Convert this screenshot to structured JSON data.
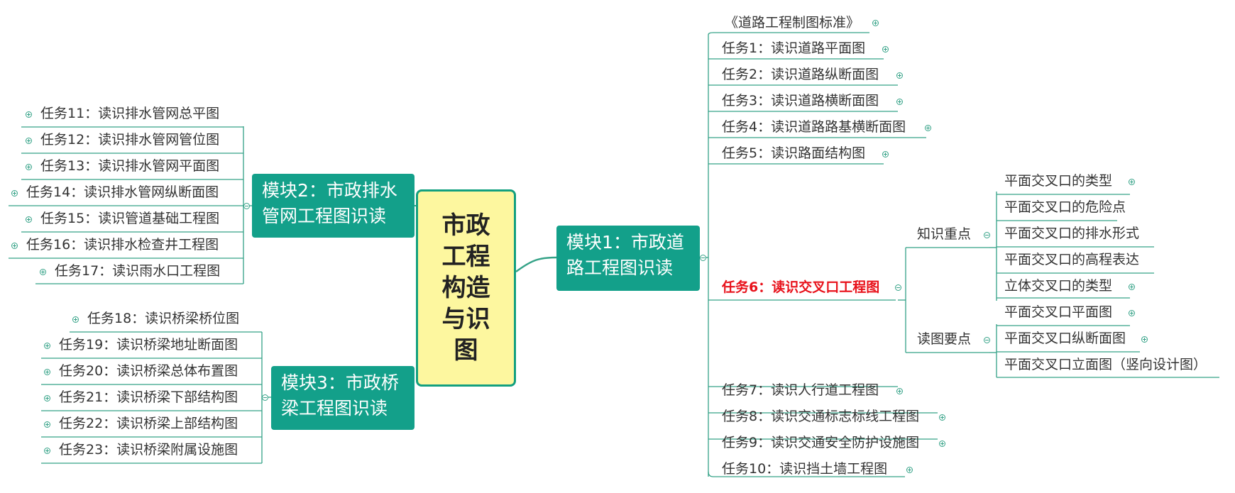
{
  "central": {
    "line1": "市政",
    "line2": "工程",
    "line3": "构造",
    "line4": "与识",
    "line5": "图"
  },
  "module1": {
    "line1": "模块1：市政道",
    "line2": "路工程图识读"
  },
  "module2": {
    "line1": "模块2：市政排水",
    "line2": "管网工程图识读"
  },
  "module3": {
    "line1": "模块3：市政桥",
    "line2": "梁工程图识读"
  },
  "m1": {
    "standard": "《道路工程制图标准》",
    "t1": "任务1：读识道路平面图",
    "t2": "任务2：读识道路纵断面图",
    "t3": "任务3：读识道路横断面图",
    "t4": "任务4：读识道路路基横断面图",
    "t5": "任务5：读识路面结构图",
    "t6": "任务6：读识交叉口工程图",
    "t7": "任务7：读识人行道工程图",
    "t8": "任务8：读识交通标志标线工程图",
    "t9": "任务9：读识交通安全防护设施图",
    "t10": "任务10：读识挡土墙工程图"
  },
  "t6": {
    "knowledge": "知识重点",
    "reading": "读图要点",
    "k1": "平面交叉口的类型",
    "k2": "平面交叉口的危险点",
    "k3": "平面交叉口的排水形式",
    "k4": "平面交叉口的高程表达",
    "k5": "立体交叉口的类型",
    "r1": "平面交叉口平面图",
    "r2": "平面交叉口纵断面图",
    "r3": "平面交叉口立面图（竖向设计图）"
  },
  "m2": {
    "t11": "任务11：读识排水管网总平图",
    "t12": "任务12：读识排水管网管位图",
    "t13": "任务13：读识排水管网平面图",
    "t14": "任务14：读识排水管网纵断面图",
    "t15": "任务15：读识管道基础工程图",
    "t16": "任务16：读识排水检查井工程图",
    "t17": "任务17：读识雨水口工程图"
  },
  "m3": {
    "t18": "任务18：读识桥梁桥位图",
    "t19": "任务19：读识桥梁地址断面图",
    "t20": "任务20：读识桥梁总体布置图",
    "t21": "任务21：读识桥梁下部结构图",
    "t22": "任务22：读识桥梁上部结构图",
    "t23": "任务23：读识桥梁附属设施图"
  },
  "colors": {
    "branch": "#34a287",
    "module_fill": "#13a08a",
    "central_fill": "#fdf79f",
    "highlight": "#e8121b"
  }
}
